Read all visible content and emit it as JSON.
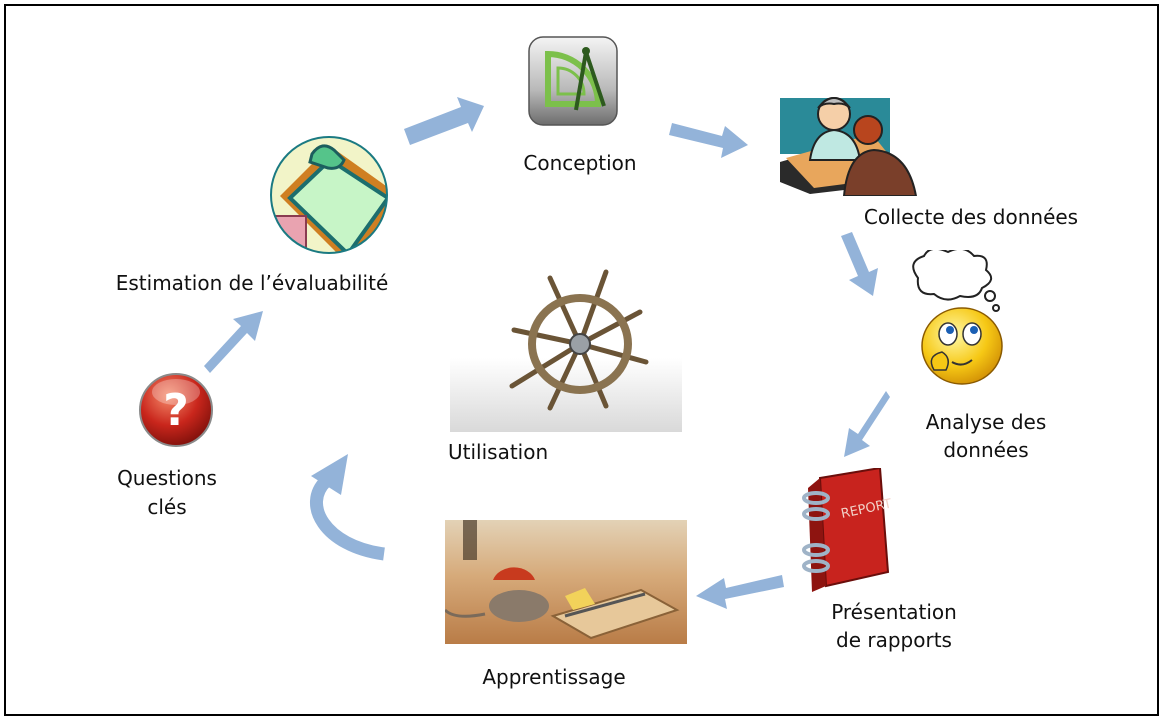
{
  "steps": {
    "questions": {
      "line1": "Questions",
      "line2": "clés"
    },
    "evaluability": {
      "label": "Estimation de l’évaluabilité"
    },
    "conception": {
      "label": "Conception"
    },
    "collecte": {
      "label": "Collecte des données"
    },
    "analyse": {
      "line1": "Analyse des",
      "line2": "données"
    },
    "rapports": {
      "line1": "Présentation",
      "line2": "de rapports"
    },
    "apprentissage": {
      "label": "Apprentissage"
    },
    "utilisation": {
      "label": "Utilisation"
    }
  },
  "icons": {
    "questions": "question-mark-icon",
    "evaluability": "clipboard-icon",
    "conception": "compass-protractor-icon",
    "collecte": "interview-icon",
    "analyse": "thinking-face-icon",
    "rapports": "report-binder-icon",
    "apprentissage": "mouse-trap-photo",
    "utilisation": "ship-wheel-icon"
  },
  "report_word": "REPORT",
  "colors": {
    "arrow": "#93b3d9",
    "border": "#000000",
    "report_red": "#c8231e",
    "question_red": "#c9261c"
  }
}
